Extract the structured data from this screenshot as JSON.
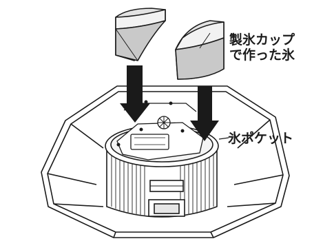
{
  "labels": {
    "ice_cup_line1": "製氷カップ",
    "ice_cup_line2": "で作った氷",
    "ice_pocket": "氷ポケット"
  },
  "colors": {
    "line": "#1a1a1a",
    "ice_fill": "#e3e3e3",
    "ice_shade": "#c9c9c9",
    "ice_dark": "#9a9a9a",
    "arrow": "#1a1a1a",
    "background": "#ffffff"
  }
}
